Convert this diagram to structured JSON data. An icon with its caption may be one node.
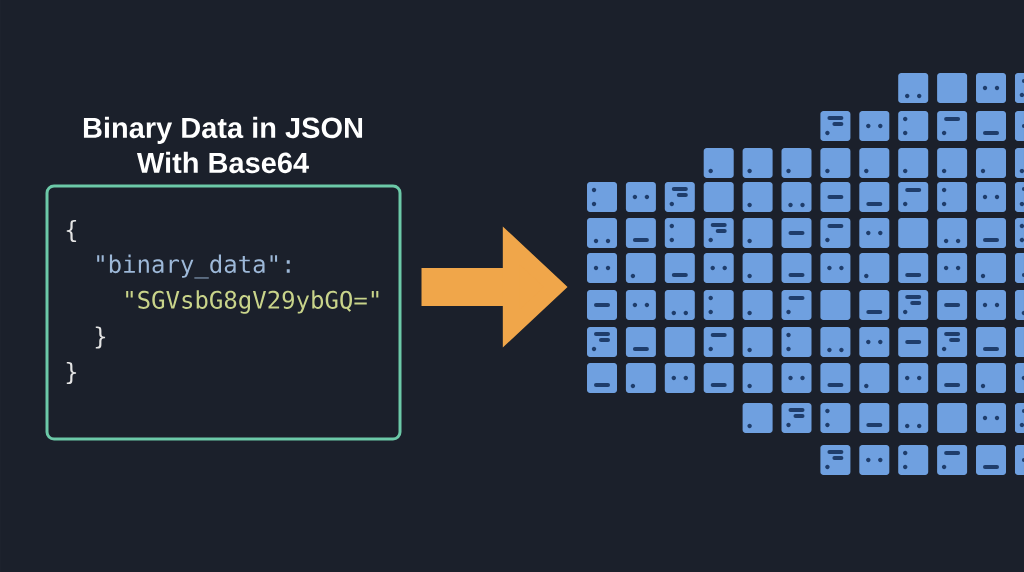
{
  "diagram": {
    "title": "Binary Data in JSON With Base64",
    "nodes": [
      {
        "text": [
          "{",
          "\"binary_data\":",
          "\"SGVsbG8gV29ybGQ=\"",
          "}",
          "}"
        ]
      },
      {
        "text": [],
        "shape": "picture"
      }
    ],
    "edges": [
      {
        "from": 0,
        "to": 1,
        "arrow": "to"
      }
    ]
  }
}
